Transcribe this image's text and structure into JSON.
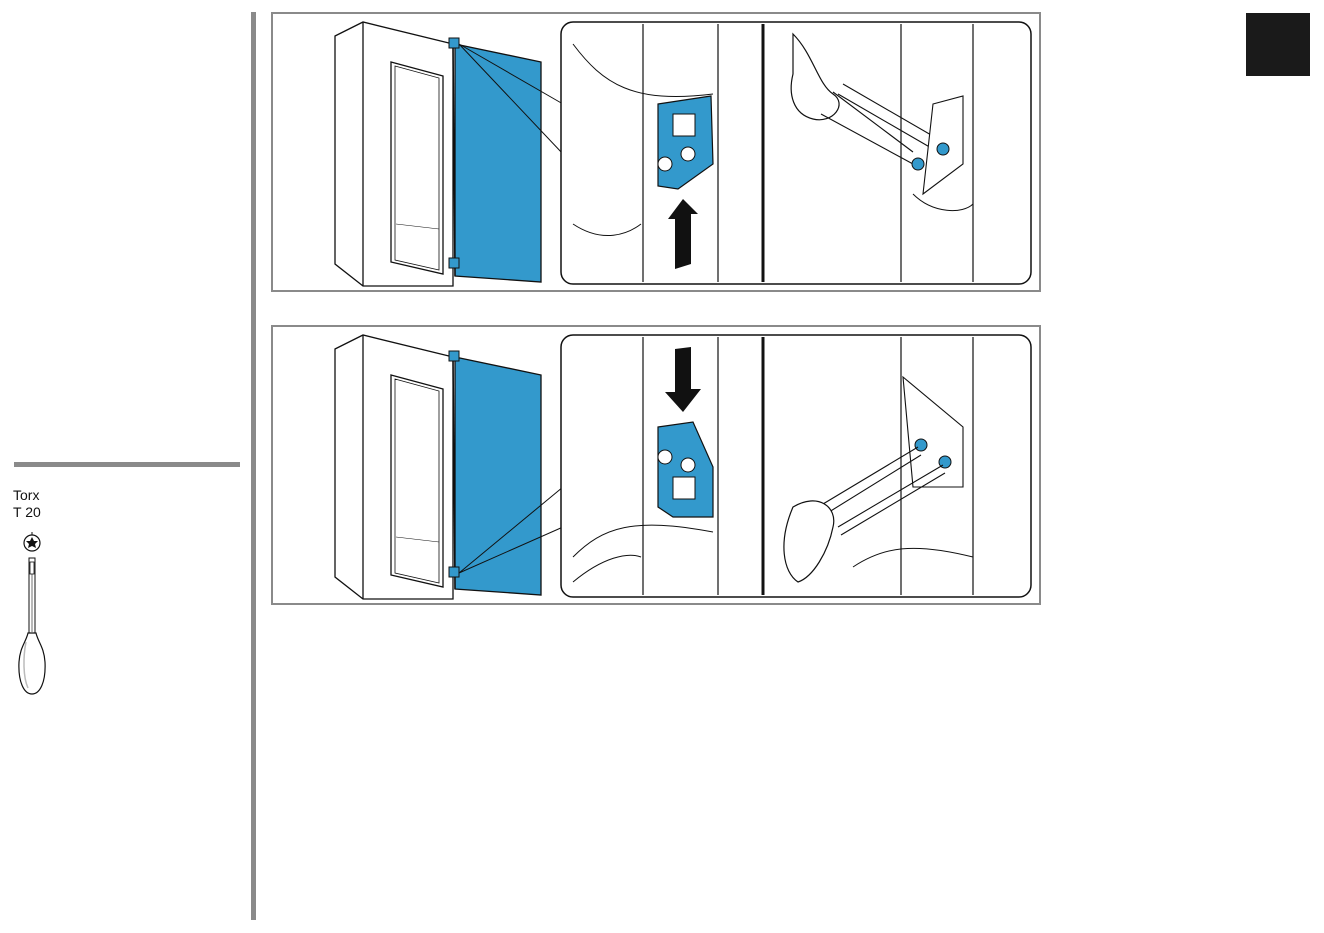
{
  "tool": {
    "name": "Torx",
    "size": "T 20",
    "icon": "screwdriver-icon",
    "bit_icon": "torx-bit-icon"
  },
  "page_marker": {
    "icon": "black-square-tab"
  },
  "figures": [
    {
      "description_icon": "fridge-door-hinge-lift-icon",
      "arrow": "up",
      "accent_color": "#3399cc"
    },
    {
      "description_icon": "fridge-door-hinge-lower-icon",
      "arrow": "down",
      "accent_color": "#3399cc"
    }
  ],
  "colors": {
    "accent": "#3399cc",
    "rule": "#8a8a8a",
    "marker": "#1a1a1a"
  }
}
